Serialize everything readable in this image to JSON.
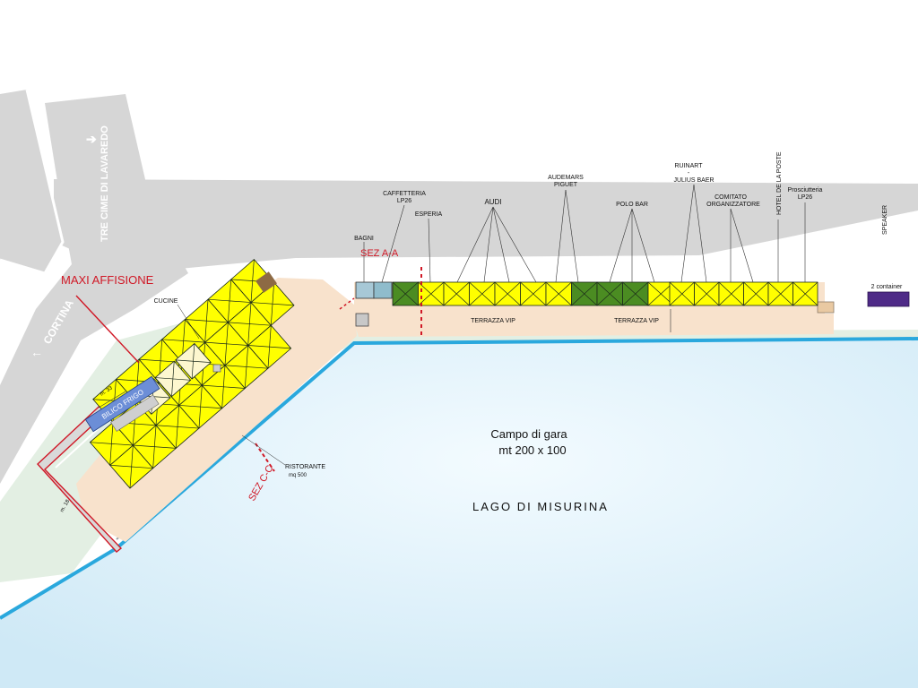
{
  "roads": {
    "north": "TRE CIME DI LAVAREDO",
    "south": "CORTINA"
  },
  "billboard": "MAXI AFFISIONE",
  "sections": {
    "a": "SEZ A-A",
    "c": "SEZ C-C"
  },
  "vendors": {
    "bagni": "BAGNI",
    "caffetteria": "CAFFETTERIA",
    "caffetteria_sub": "LP26",
    "esperia": "ESPERIA",
    "audi": "AUDI",
    "audemars_1": "AUDEMARS",
    "audemars_2": "PIGUET",
    "polo_bar": "POLO BAR",
    "ruinart": "RUINART",
    "dash": "-",
    "julius": "JULIUS BAER",
    "comitato_1": "COMITATO",
    "comitato_2": "ORGANIZZATORE",
    "hotel": "HOTEL DE LA POSTE",
    "prosciutteria": "Prosciutteria",
    "prosciutteria_sub": "LP26",
    "speaker": "SPEAKER",
    "container": "2 container"
  },
  "terraces": [
    "TERRAZZA VIP",
    "TERRAZZA VIP"
  ],
  "building": {
    "cucine": "CUCINE",
    "frigo": "BILICO FRIGO",
    "ristorante": "RISTORANTE",
    "ristorante_area": "mq 500",
    "dim_long": "m. 33",
    "dim_short": "m. 18"
  },
  "field": {
    "line1": "Campo di gara",
    "line2": "mt 200 x 100"
  },
  "lake": "LAGO DI MISURINA",
  "colors": {
    "road": "#d6d6d6",
    "grass": "#dfeee0",
    "lake": "#e2f3fb",
    "shore": "#2aa8dd",
    "tent": "#ffff00",
    "tent_green": "#4b8c22",
    "annotation": "#d01826",
    "platform": "#f8e2cc"
  }
}
